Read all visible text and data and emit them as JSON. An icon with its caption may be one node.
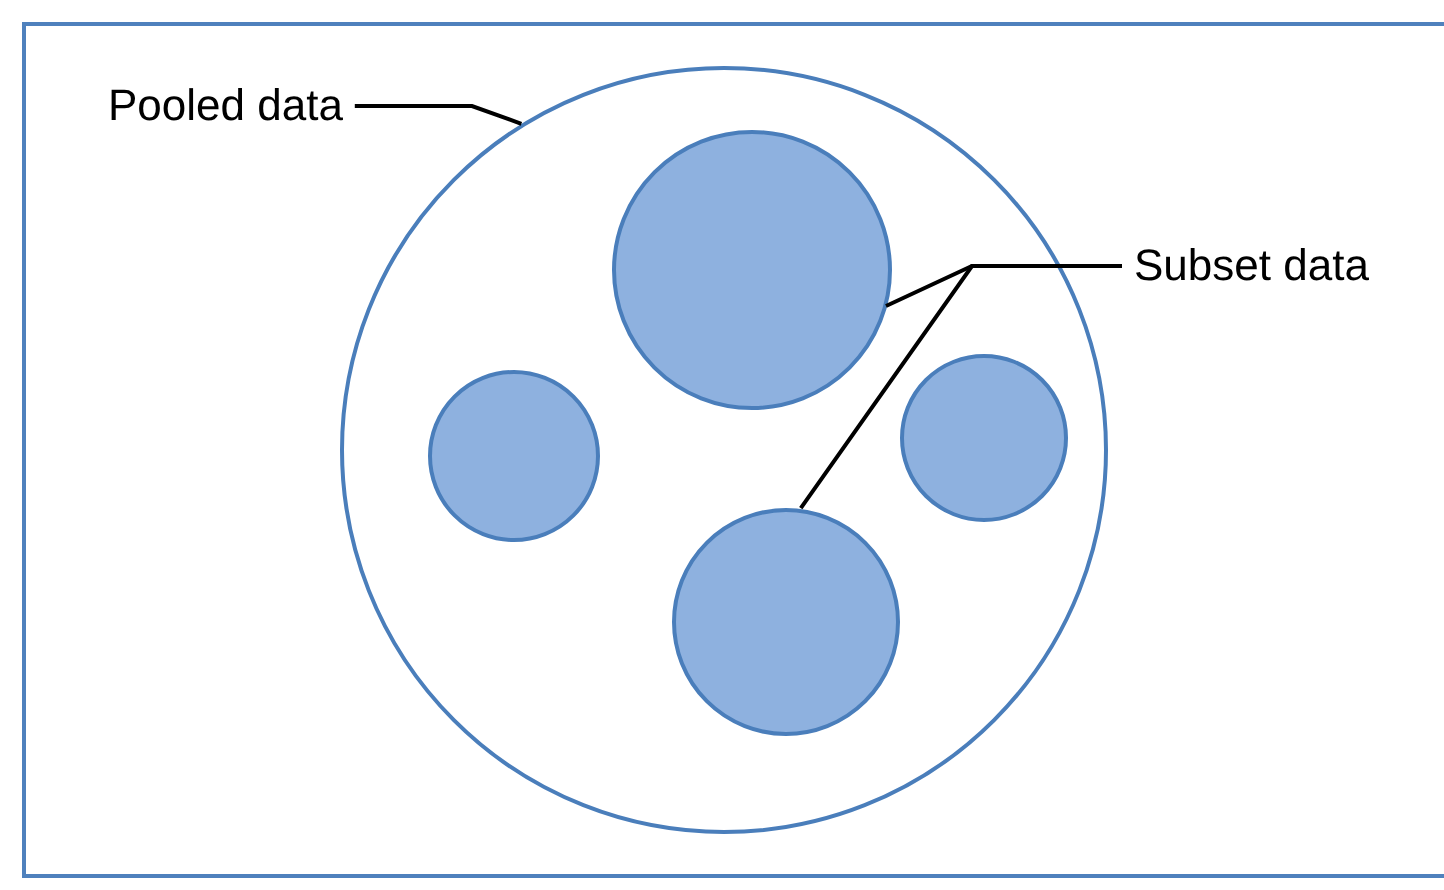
{
  "diagram": {
    "nodes": [
      {
        "text": [
          "Pooled data"
        ]
      },
      {
        "text": [],
        "shape": "circle"
      },
      {
        "text": [],
        "shape": "circle",
        "in": 1
      },
      {
        "text": [],
        "shape": "circle",
        "in": 1
      },
      {
        "text": [],
        "shape": "circle",
        "in": 1
      },
      {
        "text": [],
        "shape": "circle",
        "in": 1
      },
      {
        "text": [
          "Subset data"
        ]
      }
    ],
    "edges": [
      {
        "from": 0,
        "to": 1,
        "arrow": "none"
      },
      {
        "from": 6,
        "to": 3,
        "arrow": "none"
      },
      {
        "from": 6,
        "to": 4,
        "arrow": "none"
      }
    ]
  }
}
